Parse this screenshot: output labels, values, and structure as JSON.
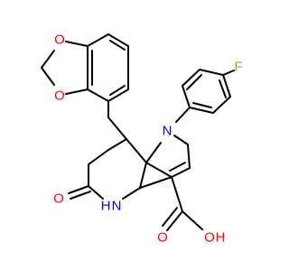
{
  "colors": {
    "background": "#ffffff",
    "bond": "#000000",
    "oxygen": "#ff0000",
    "nitrogen": "#0000ff",
    "fluorine": "#8db41a"
  },
  "labels": {
    "o_dioxole_top": "O",
    "o_dioxole_bottom": "O",
    "fluorine": "F",
    "n_pyrrole": "N",
    "n_amide_h": "H",
    "n_amide_n": "N",
    "o_carbonyl": "O",
    "o_acid_double": "O",
    "o_acid_oh_o": "O",
    "o_acid_oh_h": "H"
  }
}
